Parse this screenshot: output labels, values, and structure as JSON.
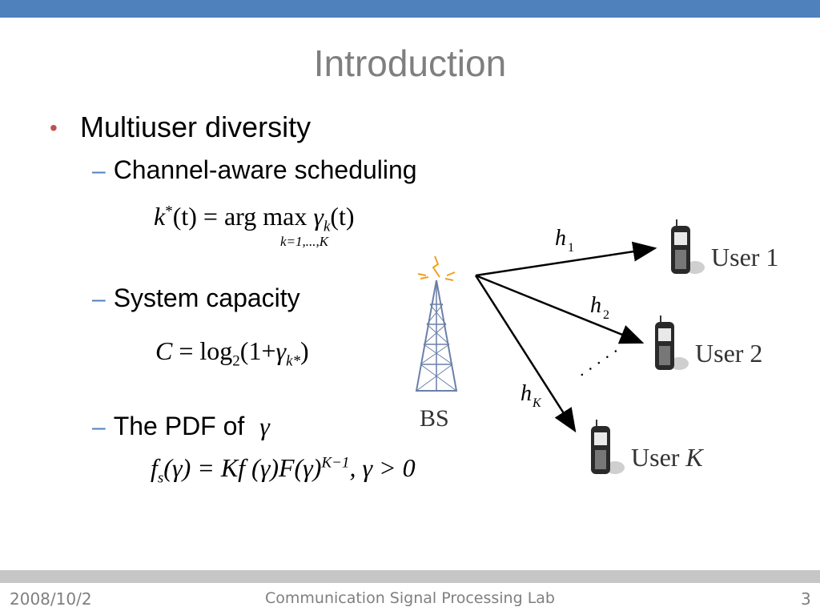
{
  "slide": {
    "title": "Introduction",
    "bullet": "Multiuser diversity",
    "sub1": "Channel-aware scheduling",
    "sub2": "System capacity",
    "sub3": "The PDF of",
    "sub3_symbol": "γ"
  },
  "equations": {
    "eq1_lhs": "k",
    "eq1_star": "*",
    "eq1_mid": "(t) = arg max",
    "eq1_gamma": "γ",
    "eq1_k": "k",
    "eq1_rhs": "(t)",
    "eq1_under": "k=1,...,K",
    "eq2_C": "C",
    "eq2_eq": "= log",
    "eq2_base": "2",
    "eq2_paren": "(1+",
    "eq2_gamma": "γ",
    "eq2_sub": "k*",
    "eq2_close": ")",
    "eq3_f": "f",
    "eq3_s": "s",
    "eq3_body": "(γ) = Kf (γ)F(γ)",
    "eq3_exp": "K−1",
    "eq3_tail": ",  γ > 0"
  },
  "diagram": {
    "bs_label": "BS",
    "h1": "h",
    "h1_sub": "1",
    "h2": "h",
    "h2_sub": "2",
    "hK": "h",
    "hK_sub": "K",
    "user1": "User 1",
    "user2": "User 2",
    "userK_prefix": "User ",
    "userK_var": "K",
    "ellipsis": "· · · · ·"
  },
  "footer": {
    "date": "2008/10/2",
    "lab": "Communication Signal Processing Lab",
    "page": "3"
  },
  "colors": {
    "topbar": "#4f81bd",
    "title": "#7f7f7f",
    "bullet": "#c0504d",
    "dash": "#4f81bd"
  }
}
